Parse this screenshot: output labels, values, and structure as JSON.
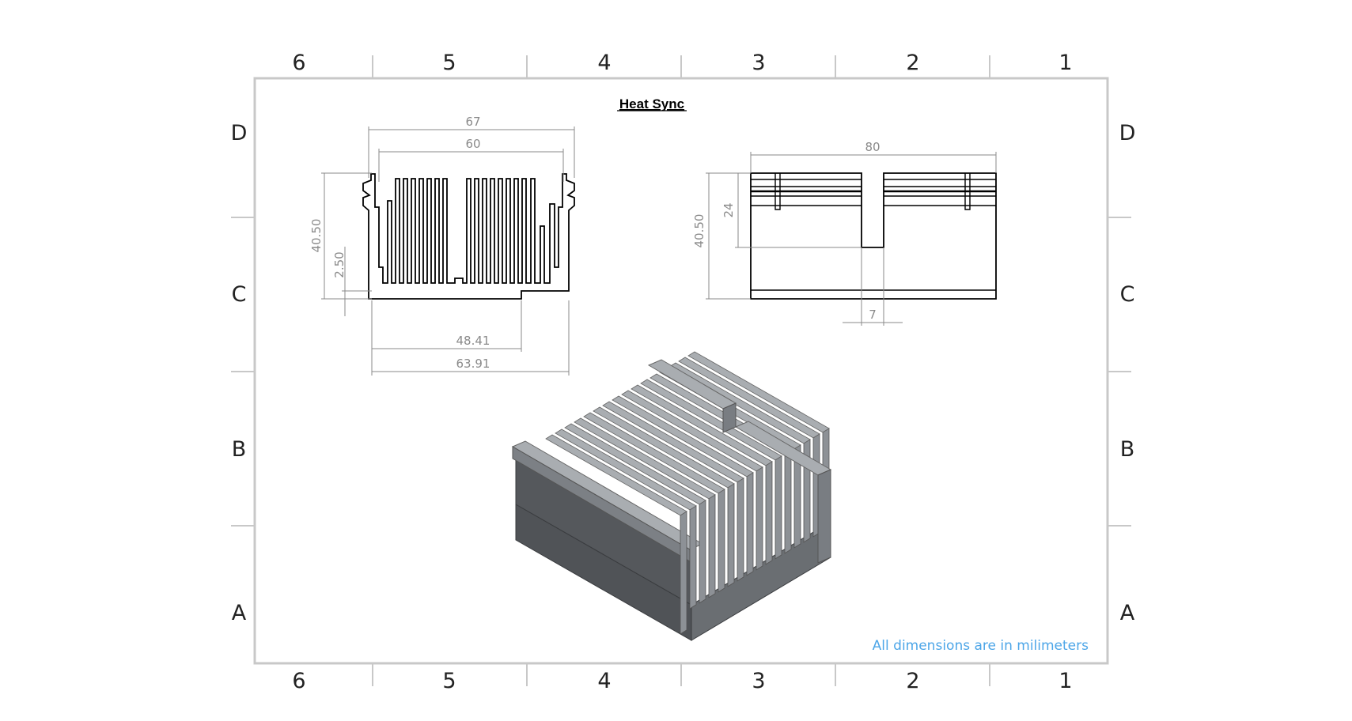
{
  "drawing": {
    "title": "Heat Sync",
    "note": "All dimensions are in milimeters",
    "zones": {
      "columns": [
        "6",
        "5",
        "4",
        "3",
        "2",
        "1"
      ],
      "rows": [
        "D",
        "C",
        "B",
        "A"
      ]
    },
    "front_view": {
      "dims": {
        "overall_width": "67",
        "inner_width": "60",
        "height": "40.50",
        "base_thickness": "2.50",
        "step_width": "48.41",
        "base_width": "63.91"
      }
    },
    "side_view": {
      "dims": {
        "length": "80",
        "height": "40.50",
        "slot_depth": "24",
        "slot_width": "7"
      }
    },
    "colors": {
      "outline": "#000000",
      "dimension": "#8a8a8a",
      "frame": "#c8c8c8",
      "note": "#4da6e8",
      "model_dark": "#55585c",
      "model_light": "#a9adb1"
    }
  }
}
